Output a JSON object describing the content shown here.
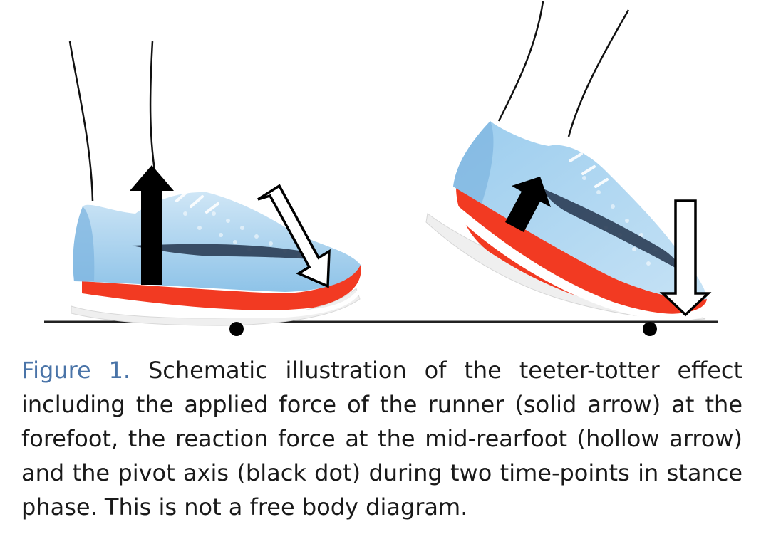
{
  "figure": {
    "label": "Figure 1.",
    "caption": "Schematic illustration of the teeter-totter effect including the applied force of the runner (solid arrow) at the forefoot, the reaction force at the mid-rearfoot (hollow arrow) and the pivot axis (black dot) during two time-points in stance phase. This is not a free body diagram.",
    "panels": [
      {
        "name": "foot-flat",
        "applied_force": "solid-arrow-up",
        "reaction_force": "hollow-arrow-diagonal",
        "pivot": "black-dot"
      },
      {
        "name": "heel-raised",
        "applied_force": "solid-arrow-diagonal",
        "reaction_force": "hollow-arrow-down",
        "pivot": "black-dot"
      }
    ]
  },
  "colors": {
    "caption_label": "#4a74a8",
    "caption_text": "#1a1a1a",
    "shoe_upper": "#8ec3e8",
    "shoe_upper_light": "#cfe6f6",
    "midsole": "#f23a22",
    "outsole": "#f2f2f2",
    "swoosh": "#2b3d55",
    "arrows": "#000000"
  }
}
